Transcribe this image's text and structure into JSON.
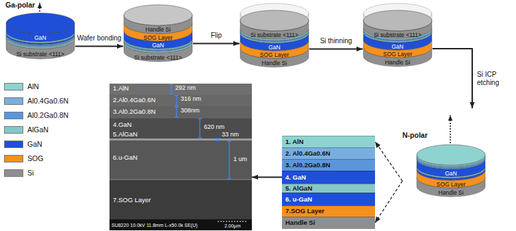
{
  "diagram": {
    "nodes": [
      {
        "text": [
          "Ga-polar",
          "GaN",
          "Si substrate <111>"
        ]
      },
      {
        "text": [
          "Handle Si",
          "SOG Layer",
          "GaN",
          "Si substrate <111>"
        ]
      },
      {
        "text": [
          "Si substrate <111>",
          "GaN",
          "SOG Layer",
          "Handle Si"
        ]
      },
      {
        "text": [
          "Si substrate <111>",
          "GaN",
          "SOG Layer",
          "Handle Si"
        ]
      },
      {
        "text": [
          "1.AlN",
          "2.Al0.4Ga0.6N",
          "3.Al0.2Ga0.8N",
          "4.GaN",
          "5.AlGaN",
          "6.u-GaN",
          "7.SOG Layer"
        ]
      },
      {
        "text": [
          "1. AlN"
        ]
      },
      {
        "text": [
          "2. Al0.4Ga0.6N"
        ]
      },
      {
        "text": [
          "3. Al0.2Ga0.8N"
        ]
      },
      {
        "text": [
          "4. GaN"
        ]
      },
      {
        "text": [
          "5. AlGaN"
        ]
      },
      {
        "text": [
          "6. u-GaN"
        ]
      },
      {
        "text": [
          "7.SOG Layer"
        ]
      },
      {
        "text": [
          "Handle Si"
        ]
      },
      {
        "text": [
          "N-polar",
          "GaN",
          "SOG Layer",
          "Handle Si"
        ]
      }
    ],
    "edges": [
      {
        "from": 0,
        "to": 1,
        "arrow": "to",
        "label": "Wafer bonding"
      },
      {
        "from": 1,
        "to": 2,
        "arrow": "to",
        "label": "Flip"
      },
      {
        "from": 2,
        "to": 3,
        "arrow": "to",
        "label": "Si thinning"
      },
      {
        "from": 3,
        "to": 13,
        "arrow": "to",
        "label": "Si ICP etching"
      },
      {
        "from": 13,
        "to": 5,
        "arrow": "to"
      },
      {
        "from": 13,
        "to": 12,
        "arrow": "to"
      },
      {
        "from": 8,
        "to": 4,
        "arrow": "to"
      }
    ],
    "labels": [
      "292 nm",
      "316 nm",
      "308nm",
      "620 nm",
      "33 nm",
      "1 um",
      "SU8220 10.0kV 11.8mm L-x50.0k SE(U)",
      "2.00µm"
    ],
    "legend": [
      {
        "text": "AlN",
        "color": "#8ed3cf"
      },
      {
        "text": "Al0.4Ga0.6N",
        "color": "#78aee0"
      },
      {
        "text": "Al0.2Ga0.8N",
        "color": "#5c96da"
      },
      {
        "text": "AlGaN",
        "color": "#86c7c8"
      },
      {
        "text": "GaN",
        "color": "#1f4fd8"
      },
      {
        "text": "SOG",
        "color": "#f5911e"
      },
      {
        "text": "Si",
        "color": "#8f8f8f"
      }
    ]
  }
}
